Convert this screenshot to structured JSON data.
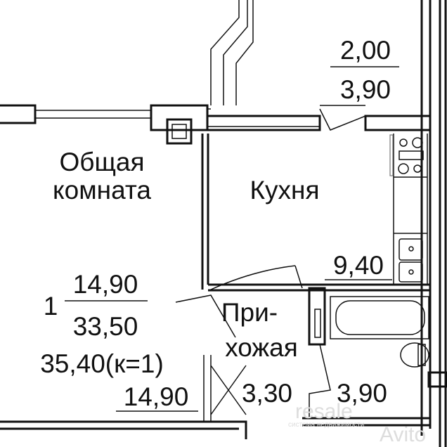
{
  "rooms": {
    "living": {
      "name_line1": "Общая",
      "name_line2": "комната",
      "area": "14,90"
    },
    "kitchen": {
      "name": "Кухня",
      "area": "9,40"
    },
    "hall": {
      "name_line1": "При-",
      "name_line2": "хожая",
      "area": "3,30"
    },
    "bathroom": {
      "area": "3,90"
    },
    "balcony": {
      "area": "2,00",
      "area_full": "3,90"
    }
  },
  "summary": {
    "rooms_count": "1",
    "living_area": "14,90",
    "total_area": "33,50",
    "total_with_balcony": "35,40(к=1)"
  },
  "watermark": {
    "brand": "resale",
    "subtitle": "система недвижимости",
    "site": "Avito"
  }
}
